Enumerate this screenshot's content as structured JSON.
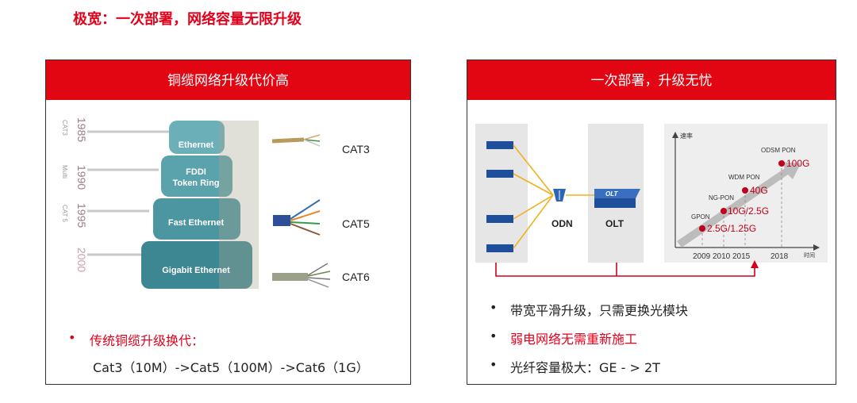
{
  "page_title": "极宽：一次部署，网络容量无限升级",
  "left_panel": {
    "header": "铜缆网络升级代价高",
    "years": [
      "1985",
      "1990",
      "1995",
      "2000"
    ],
    "year_tags": [
      "CAT3",
      "Multi",
      "CAT 5"
    ],
    "layers": [
      "Ethernet",
      "FDDI",
      "Token Ring",
      "Fast Ethernet",
      "Gigabit Ethernet"
    ],
    "cables": [
      "CAT3",
      "CAT5",
      "CAT6"
    ],
    "bullet_heading": "传统铜缆升级换代：",
    "bullet_detail": "Cat3（10M）->Cat5（100M）->Cat6（1G）"
  },
  "right_panel": {
    "header": "一次部署，升级无忧",
    "odn_label": "ODN",
    "olt_label": "OLT",
    "olt_badge": "OLT",
    "axis_y": "速率",
    "axis_x": "时间",
    "x_ticks": [
      "2009",
      "2010",
      "2015",
      "2018"
    ],
    "pon_labels": [
      "GPON",
      "NG-PON",
      "WDM PON",
      "ODSM PON"
    ],
    "rate_labels": [
      "2.5G/1.25G",
      "10G/2.5G",
      "40G",
      "100G"
    ],
    "bullets": [
      {
        "text": "带宽平滑升级，只需更换光模块",
        "color": "#222222"
      },
      {
        "text": "弱电网络无需重新施工",
        "color": "#e3001b"
      },
      {
        "text": "光纤容量极大：GE - > 2T",
        "color": "#222222"
      }
    ]
  },
  "colors": {
    "accent": "#e20613",
    "teal": "#3d8c97",
    "dot": "#c0001a"
  }
}
